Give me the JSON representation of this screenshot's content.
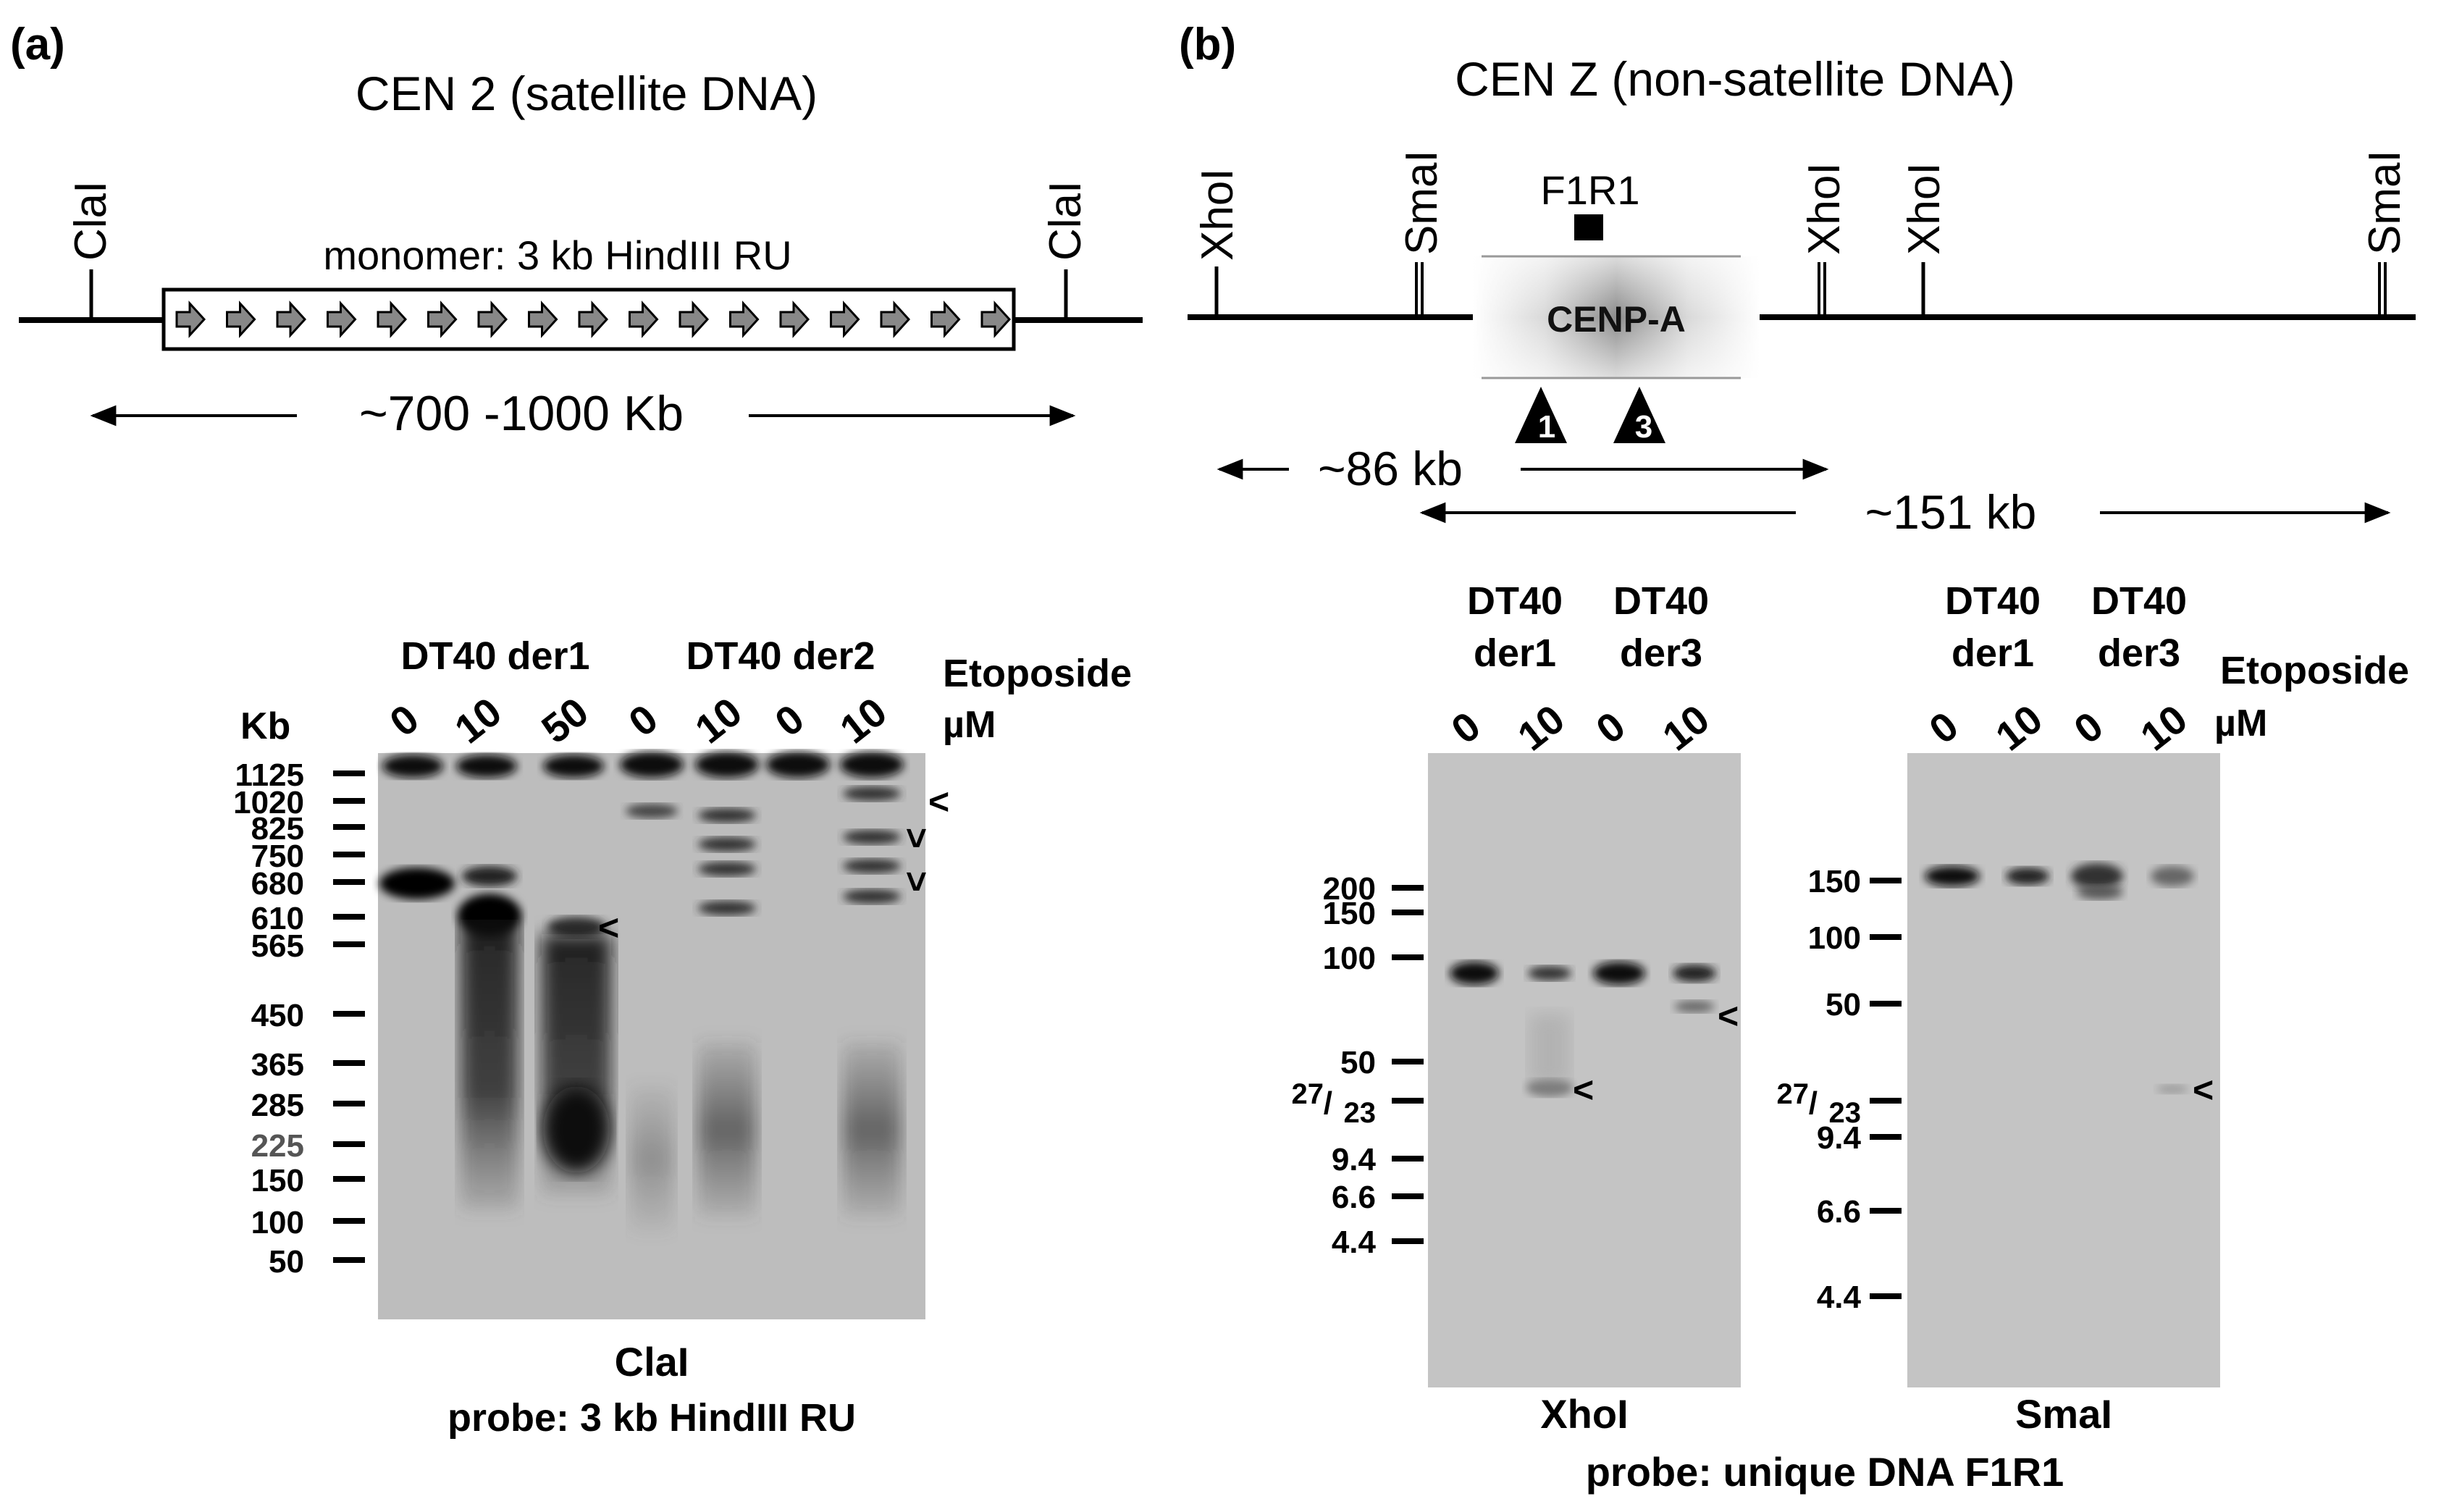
{
  "panel_a": {
    "label": "(a)",
    "title": "CEN 2 (satellite DNA)",
    "site_left": "ClaI",
    "site_right": "ClaI",
    "monomer_label": "monomer: 3 kb HindIII RU",
    "span_label": "~700 -1000 Kb",
    "blot": {
      "group1": "DT40 der1",
      "group2": "DT40 der2",
      "treatment": "Etoposide",
      "unit": "µM",
      "kb_label": "Kb",
      "doses": [
        "0",
        "10",
        "50",
        "0",
        "10",
        "0",
        "10"
      ],
      "markers": [
        "1125",
        "1020",
        "825",
        "750",
        "680",
        "610",
        "565",
        "450",
        "365",
        "285",
        "225",
        "150",
        "100",
        "50"
      ],
      "enzyme": "ClaI",
      "probe": "probe: 3 kb HindIII RU",
      "arrowhead": "<",
      "arrowhead_down": "v"
    }
  },
  "panel_b": {
    "label": "(b)",
    "title": "CEN Z (non-satellite DNA)",
    "sites": [
      "XhoI",
      "SmaI",
      "XhoI",
      "XhoI",
      "SmaI"
    ],
    "probe_box": "F1R1",
    "centromere": "CENP-A",
    "triangle1": "1",
    "triangle2": "3",
    "span1": "~86 kb",
    "span2": "~151 kb",
    "blots": [
      {
        "group1": "DT40",
        "group1b": "der1",
        "group2": "DT40",
        "group2b": "der3",
        "doses": [
          "0",
          "10",
          "0",
          "10"
        ],
        "markers": [
          "200",
          "150",
          "100",
          "50",
          "27",
          "23",
          "9.4",
          "6.6",
          "4.4"
        ],
        "enzyme": "XhoI"
      },
      {
        "group1": "DT40",
        "group1b": "der1",
        "group2": "DT40",
        "group2b": "der3",
        "doses": [
          "0",
          "10",
          "0",
          "10"
        ],
        "markers": [
          "150",
          "100",
          "50",
          "27",
          "23",
          "9.4",
          "6.6",
          "4.4"
        ],
        "enzyme": "SmaI",
        "treatment": "Etoposide",
        "unit": "µM"
      }
    ],
    "probe": "probe: unique DNA F1R1",
    "arrowhead": "<"
  }
}
